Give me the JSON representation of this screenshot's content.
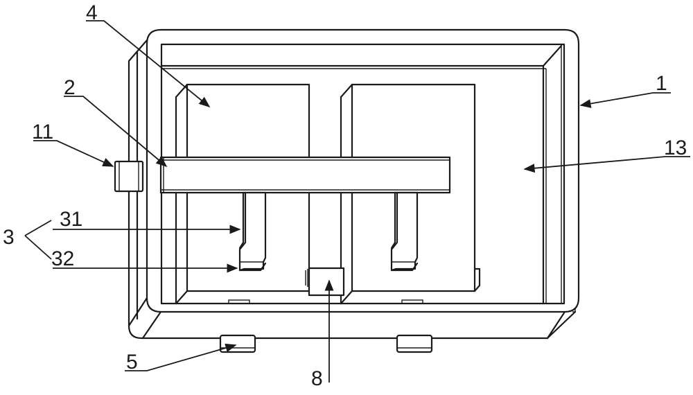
{
  "labels": {
    "housing": "1",
    "bar": "2",
    "group": "3",
    "group_upper": "31",
    "group_lower": "32",
    "block": "4",
    "foot": "5",
    "center_clip": "8",
    "side_knob": "11",
    "cavity": "13"
  }
}
